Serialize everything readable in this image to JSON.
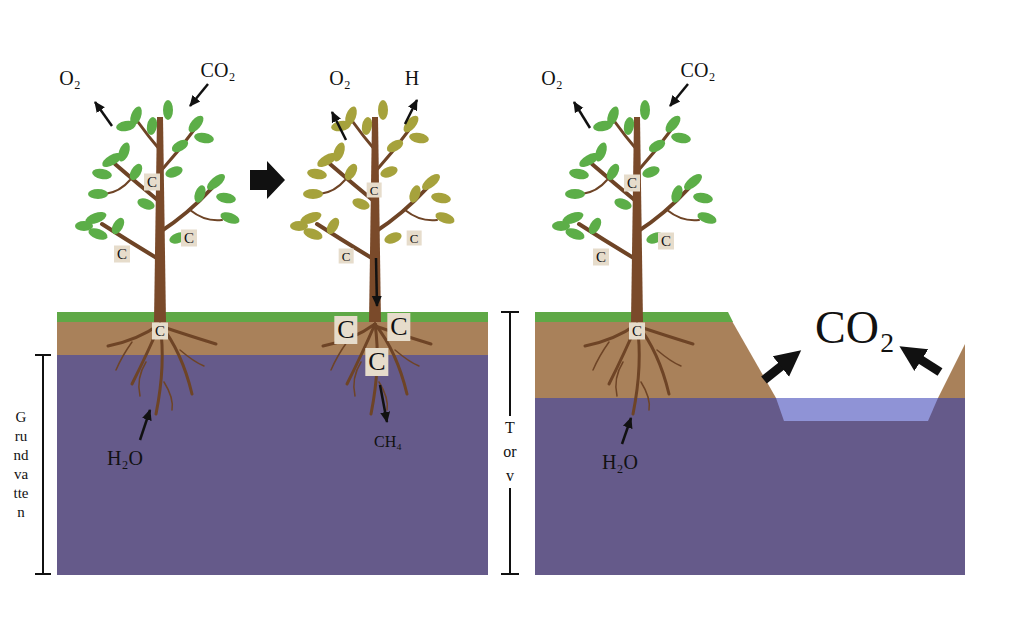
{
  "diagram": {
    "labels": [
      "O₂",
      "CO₂",
      "C",
      "C",
      "C",
      "C",
      "H₂O",
      "O₂",
      "H",
      "C",
      "C",
      "C",
      "C",
      "C",
      "C",
      "CH₄",
      "O₂",
      "CO₂",
      "C",
      "C",
      "C",
      "C",
      "H₂O",
      "CO₂",
      "Grundvatten",
      "Torv"
    ]
  }
}
